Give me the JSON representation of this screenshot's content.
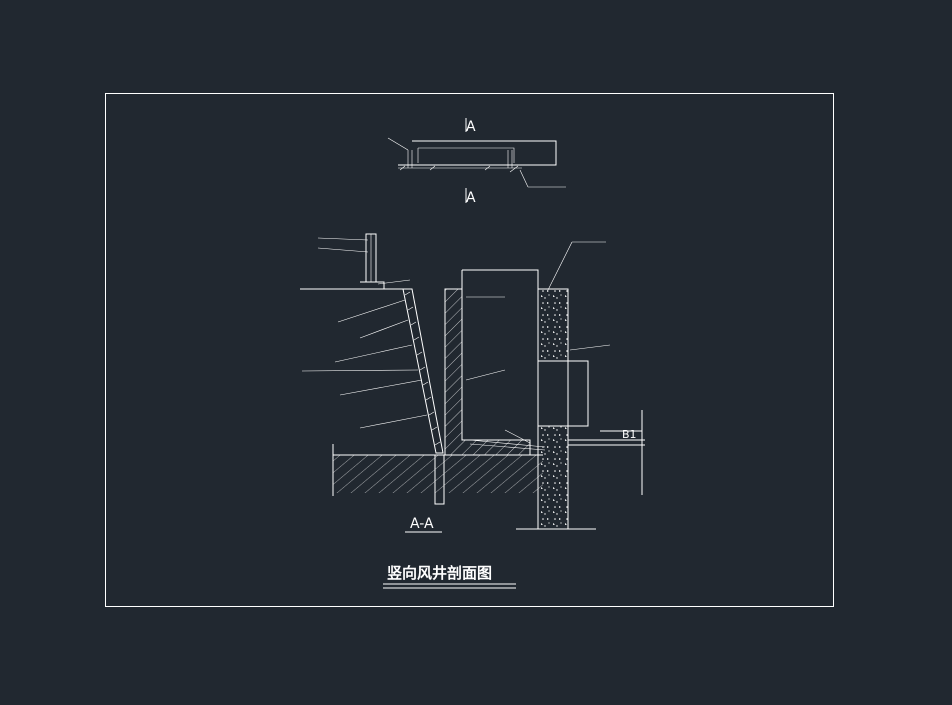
{
  "drawing": {
    "title": "竖向风井剖面图",
    "section_mark_top": "A",
    "section_mark_bottom": "A",
    "section_label": "A-A",
    "elevation_label": "B1",
    "colors": {
      "background": "#212830",
      "line": "#ffffff"
    }
  }
}
